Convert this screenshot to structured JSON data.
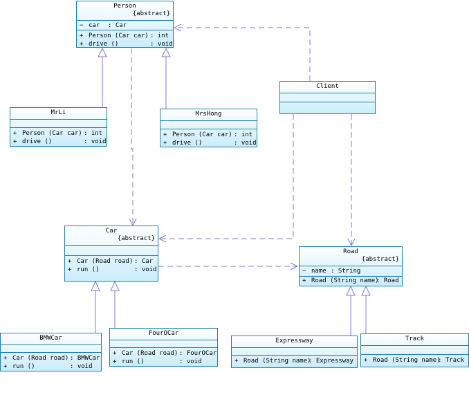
{
  "diagram": {
    "classes": {
      "person": {
        "name": "Person",
        "stereotype": "{abstract}",
        "attributes": [
          {
            "vis": "−",
            "name": "car",
            "type": ": Car"
          }
        ],
        "operations": [
          {
            "vis": "+",
            "name": "Person (Car car)",
            "type": ": int"
          },
          {
            "vis": "+",
            "name": "drive ()",
            "type": ": void"
          }
        ]
      },
      "mrli": {
        "name": "MrLi",
        "operations": [
          {
            "vis": "+",
            "name": "Person (Car car)",
            "type": ": int"
          },
          {
            "vis": "+",
            "name": "drive ()",
            "type": ": void"
          }
        ]
      },
      "mrshong": {
        "name": "MrsHong",
        "operations": [
          {
            "vis": "+",
            "name": "Person (Car car)",
            "type": ": int"
          },
          {
            "vis": "+",
            "name": "drive ()",
            "type": ": void"
          }
        ]
      },
      "client": {
        "name": "Client"
      },
      "car": {
        "name": "Car",
        "stereotype": "{abstract}",
        "operations": [
          {
            "vis": "+",
            "name": "Car (Road road)",
            "type": ": Car"
          },
          {
            "vis": "+",
            "name": "run ()",
            "type": ": void"
          }
        ]
      },
      "road": {
        "name": "Road",
        "stereotype": "{abstract}",
        "attributes": [
          {
            "vis": "−",
            "name": "name",
            "type": ": String"
          }
        ],
        "operations": [
          {
            "vis": "+",
            "name": "Road (String name)",
            "type": ": Road"
          }
        ]
      },
      "bmwcar": {
        "name": "BMWCar",
        "operations": [
          {
            "vis": "+",
            "name": "Car (Road road)",
            "type": ": BMWCar"
          },
          {
            "vis": "+",
            "name": "run ()",
            "type": ": void"
          }
        ]
      },
      "fourocar": {
        "name": "FourOCar",
        "operations": [
          {
            "vis": "+",
            "name": "Car (Road road)",
            "type": ": FourOCar"
          },
          {
            "vis": "+",
            "name": "run ()",
            "type": ": void"
          }
        ]
      },
      "expressway": {
        "name": "Expressway",
        "operations": [
          {
            "vis": "+",
            "name": "Road (String name)",
            "type": ": Expressway"
          }
        ]
      },
      "track": {
        "name": "Track",
        "operations": [
          {
            "vis": "+",
            "name": "Road (String name)",
            "type": ": Track"
          }
        ]
      }
    },
    "colors": {
      "class_border": "#1b7fae",
      "class_fill_top": "#ffffff",
      "class_fill_bottom": "#c9ecfb",
      "connector": "#7b7bd6"
    }
  }
}
